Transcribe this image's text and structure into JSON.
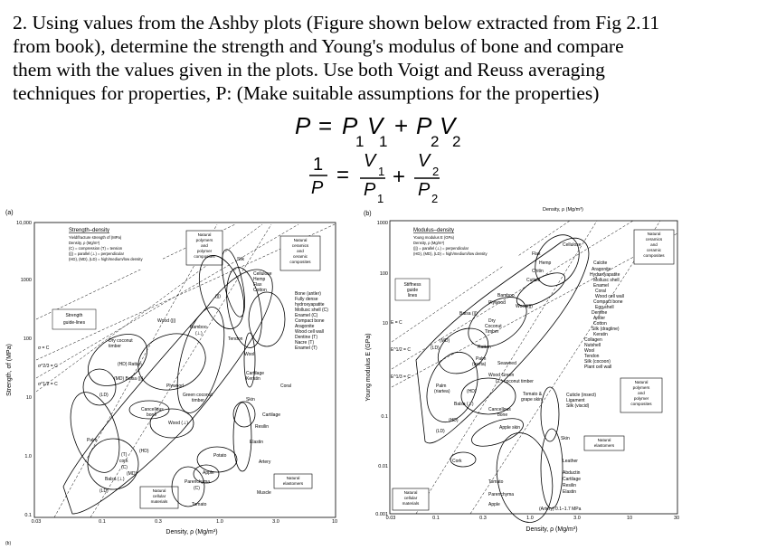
{
  "question": {
    "lines": [
      "2. Using values from the Ashby plots (Figure shown below extracted from Fig 2.11",
      "from book), determine the strength and Young's modulus of bone and compare",
      "them with the values given in the plots. Use both Voigt and Reuss averaging",
      "techniques for properties, P: (Make suitable assumptions for the properties)"
    ]
  },
  "equations": {
    "voigt": "P = P1V1 + P2V2",
    "reuss": "1/P = V1/P1 + V2/P2"
  },
  "plot_a": {
    "panel": "(a)",
    "title": "Strength–density",
    "legend": [
      "Yield/fracture strength σf (MPa)",
      "Density, ρ (Mg/m³)",
      "(C) = compression (T) = tension",
      "(||) = parallel (⊥) = perpendicular",
      "(HD), (MD), (LD) = high/medium/low density"
    ],
    "ylabel": "Strength, σf (MPa)",
    "xlabel": "Density, ρ (Mg/m³)",
    "yticks": [
      "10,000",
      "1000",
      "100",
      "10",
      "1.0",
      "0.1"
    ],
    "xticks": [
      "0.03",
      "0.1",
      "0.3",
      "1.0",
      "3.0",
      "10"
    ],
    "guide_label": "Strength guide-lines",
    "bottom_label": "(b)",
    "labels": {
      "natpoly": "Natural polymers and polymer composites",
      "natcer": "Natural ceramics and ceramic composites",
      "silk": "Silk",
      "cellulose": "Cellulose",
      "hemp": "Hemp",
      "flax": "Flax",
      "cotton": "Cotton",
      "bone_antler": "Bone (antler)",
      "fully_dense": "Fully dense hydroxyapatite",
      "mollusc": "Mollusc shell (C)",
      "enamel_c": "Enamel (C)",
      "compact_bone": "Compact bone",
      "aragonite": "Aragonite",
      "wood_wall": "Wood cell wall",
      "dentine_t": "Dentine (T)",
      "nacre": "Nacre (T)",
      "enamel_t": "Enamel (T)",
      "wood_par": "Wood (||)",
      "bamboo": "Bamboo (⊥)",
      "tendon": "Tendon",
      "wool": "Wool",
      "cartilage_k": "Cartilage",
      "keratin": "Keratin",
      "coral": "Coral",
      "dry_coconut": "Dry coconut timber",
      "hd_rattan": "(HD) Rattan",
      "md_balsa": "(MD) Balsa (||)",
      "ld": "(LD)",
      "plywood": "Plywood",
      "green_coconut": "Green coconut timber",
      "skin": "Skin",
      "cancellous": "Cancellous bone",
      "wood_perp": "Wood (⊥)",
      "cartilage": "Cartilage",
      "resilin": "Resilin",
      "elastin": "Elastin",
      "palm": "Palm",
      "hd": "(HD)",
      "cork": "(T) cork (C)",
      "md2": "(MD)",
      "balsa_perp": "Balsa (⊥)",
      "ld2": "(LD)",
      "potato": "Potato",
      "apple": "Apple",
      "parenchyma": "Parenchyma (C)",
      "artery": "Artery",
      "nat_elast": "Natural elastomers",
      "muscle": "Muscle",
      "nat_cell": "Natural cellular materials",
      "tomato": "Tomato",
      "eqlabels": [
        "σ = C",
        "σ^2/3 = C",
        "σ^1/2 = C"
      ]
    }
  },
  "plot_b": {
    "panel": "(b)",
    "top_cut_label": "Density, ρ (Mg/m³)",
    "title": "Modulus–density",
    "legend": [
      "Young modulus E (GPa)",
      "Density, ρ (Mg/m³)",
      "(||) = parallel (⊥) = perpendicular",
      "(HD), (MD), (LD) = high/medium/low density"
    ],
    "ylabel": "Young modulus E (GPa)",
    "xlabel": "Density, ρ (Mg/m³)",
    "yticks": [
      "1000",
      "100",
      "10",
      "1",
      "0.1",
      "0.01",
      "0.001"
    ],
    "xticks": [
      "0.03",
      "0.1",
      "0.3",
      "1.0",
      "3.0",
      "10",
      "30"
    ],
    "guide_label": "Stiffness guide lines",
    "labels": {
      "natcer": "Natural ceramics and ceramic composites",
      "cellulose": "Cellulose",
      "flax": "Flax",
      "hemp": "Hemp",
      "chitin": "Chitin",
      "cuticle": "Cuticle",
      "calcite": "Calcite",
      "aragonite": "Aragonite",
      "hydroxy": "Hydroxyapatite",
      "mollusc": "Mollusc shell",
      "enamel": "Enamel",
      "coral": "Coral",
      "wood_wall": "Wood cell wall",
      "compact_bone": "Compact bone",
      "egg": "Egg shell",
      "dentine": "Dentine",
      "antler": "Antler",
      "cotton": "Cotton",
      "silk_dragline": "Silk (dragline)",
      "keratin": "Keratin",
      "collagen": "Collagen",
      "nutshell": "Nutshell",
      "wool": "Wool",
      "tendon": "Tendon",
      "silk_cocoon": "Silk (cocoon)",
      "plant_wall": "Plant cell wall",
      "bamboo": "Bamboo",
      "plywood": "Plywood",
      "wood_par": "Wood(||)",
      "balsa": "Balsa (||)",
      "dry_coconut": "Dry Coconut Timber",
      "md": "(MD)",
      "ld": "(LD)",
      "rattan": "Rattan",
      "palm_wefta": "Palm (wefta)",
      "seaweed": "Seaweed",
      "wood_green": "Wood Green",
      "coconut_green": "(⊥) coconut timber",
      "palm_riartea": "Palm (riartea)",
      "hd": "(HD)",
      "tomato_grape": "Tomato & grape skin",
      "balsa_perp": "Balsa (⊥)",
      "cancellous": "Cancellous bone",
      "hd2": "(HD)",
      "ld2": "(LD)",
      "apple_skin": "Apple skin",
      "cork": "Cork",
      "cuticle_insect": "Cuticle (insect)",
      "ligament": "Ligament",
      "silk_viscid": "Silk (viscid)",
      "natpoly": "Natural polymers and polymer composites",
      "skin": "Skin",
      "nat_elast": "Natural elastomers",
      "leather": "Leather",
      "abductin": "Abductin",
      "cartilage": "Cartilage",
      "resilin": "Resilin",
      "elastin": "Elastin",
      "tomato": "Tomato",
      "parenchyma": "Parenchyma",
      "apple": "Apple",
      "artery": "(Artery) 0.1–1.7 MPa",
      "nat_cell": "Natural cellular materials",
      "eqlabels": [
        "E = C",
        "E^1/2 = C",
        "E^1/3 = C"
      ]
    }
  }
}
